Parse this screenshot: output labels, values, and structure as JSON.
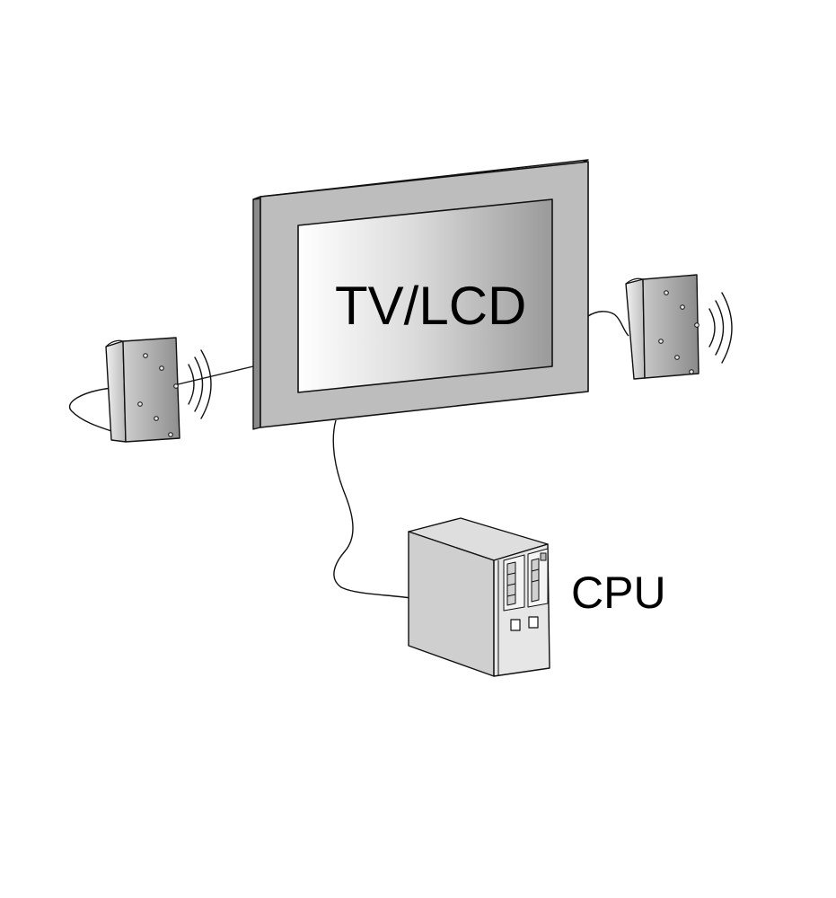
{
  "diagram": {
    "labels": {
      "tv": "TV/LCD",
      "cpu": "CPU"
    },
    "components": [
      {
        "id": "tv-monitor",
        "label_key": "tv",
        "icon": "monitor-icon"
      },
      {
        "id": "left-speaker",
        "icon": "speaker-icon"
      },
      {
        "id": "right-speaker",
        "icon": "speaker-icon"
      },
      {
        "id": "computer-tower",
        "label_key": "cpu",
        "icon": "computer-tower-icon"
      }
    ],
    "connections": [
      {
        "from": "left-speaker",
        "to": "tv-monitor"
      },
      {
        "from": "right-speaker",
        "to": "tv-monitor"
      },
      {
        "from": "computer-tower",
        "to": "tv-monitor"
      }
    ],
    "colors": {
      "line": "#111111",
      "frame_light": "#bdbdbd",
      "screen_light": "#ffffff",
      "screen_dark": "#9a9a9a",
      "speaker_light": "#d6d6d6",
      "speaker_dark": "#8e8e8e",
      "case_front": "#e6e6e6",
      "case_side": "#cfcfcf",
      "case_top": "#dedede"
    }
  }
}
